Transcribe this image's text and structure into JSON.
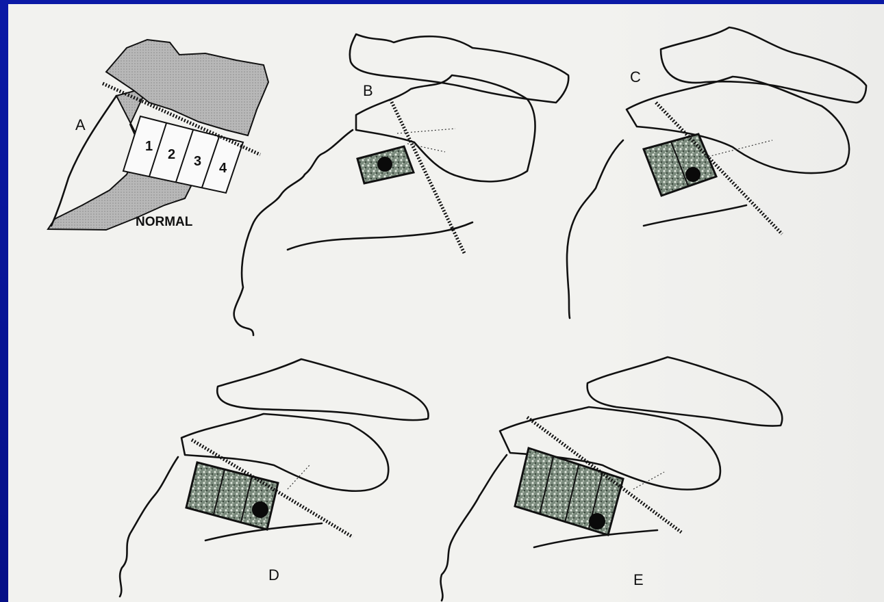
{
  "panels": [
    {
      "id": "A",
      "label": "A",
      "caption": "NORMAL",
      "segments": [
        "1",
        "2",
        "3",
        "4"
      ]
    },
    {
      "id": "B",
      "label": "B"
    },
    {
      "id": "C",
      "label": "C"
    },
    {
      "id": "D",
      "label": "D"
    },
    {
      "id": "E",
      "label": "E"
    }
  ],
  "colors": {
    "background": "#0a1496",
    "paper": "#f2f2ef",
    "ink": "#111111",
    "shaded_bone": "#b4b4b4",
    "graft": "#6e7e72"
  }
}
